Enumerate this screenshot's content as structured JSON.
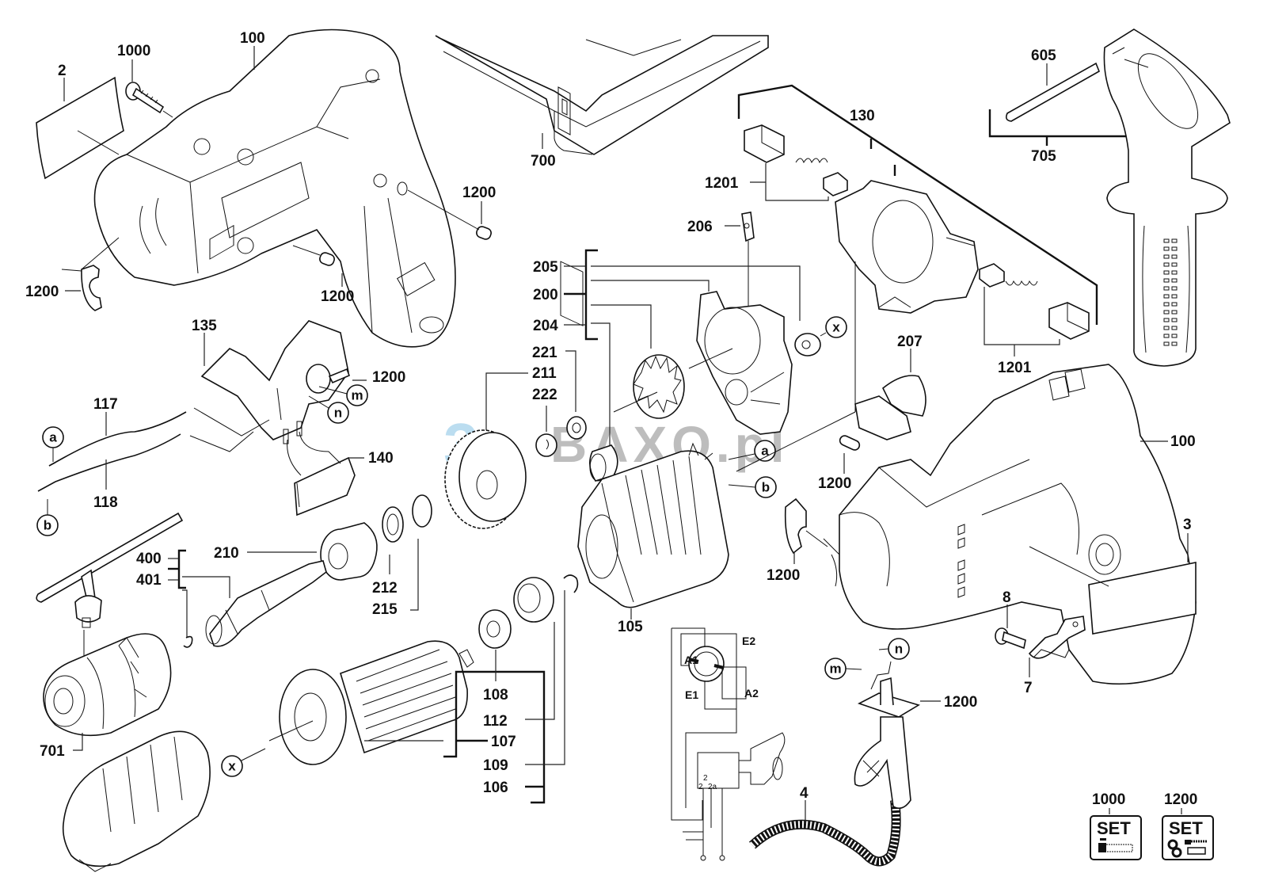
{
  "diagram": {
    "type": "exploded parts diagram",
    "subject": "impact drill",
    "watermark": {
      "prefix": "3",
      "text": "BAXO.pl"
    },
    "part_labels": {
      "p2": "2",
      "p1000_top": "1000",
      "p100_top": "100",
      "p700": "700",
      "p605": "605",
      "p705": "705",
      "p130": "130",
      "p1201_top": "1201",
      "p1201_bottom": "1201",
      "p1200_a": "1200",
      "p1200_b": "1200",
      "p1200_c": "1200",
      "p1200_d": "1200",
      "p1200_e": "1200",
      "p1200_f": "1200",
      "p1200_g": "1200",
      "p206": "206",
      "p205": "205",
      "p200": "200",
      "p204": "204",
      "p221": "221",
      "p211": "211",
      "p222": "222",
      "p207": "207",
      "p135": "135",
      "p117": "117",
      "p118": "118",
      "p140": "140",
      "p210": "210",
      "p212": "212",
      "p215": "215",
      "p400": "400",
      "p401": "401",
      "p701": "701",
      "p105": "105",
      "p100_right": "100",
      "p3": "3",
      "p8": "8",
      "p7": "7",
      "p108": "108",
      "p112": "112",
      "p107": "107",
      "p109": "109",
      "p106": "106",
      "p4": "4"
    },
    "connector_markers": {
      "a_left": "a",
      "b_left": "b",
      "a_right": "a",
      "b_right": "b",
      "m_switch": "m",
      "n_switch": "n",
      "m_cord": "m",
      "n_cord": "n",
      "x_top": "x",
      "x_bottom": "x"
    },
    "wiring_schematic": {
      "terminals": [
        "A1",
        "E2",
        "E1",
        "A2"
      ],
      "switch_terminals": [
        "2",
        "2",
        "2a"
      ]
    },
    "set_badges": [
      {
        "number": "1000",
        "label": "SET"
      },
      {
        "number": "1200",
        "label": "SET"
      }
    ]
  }
}
